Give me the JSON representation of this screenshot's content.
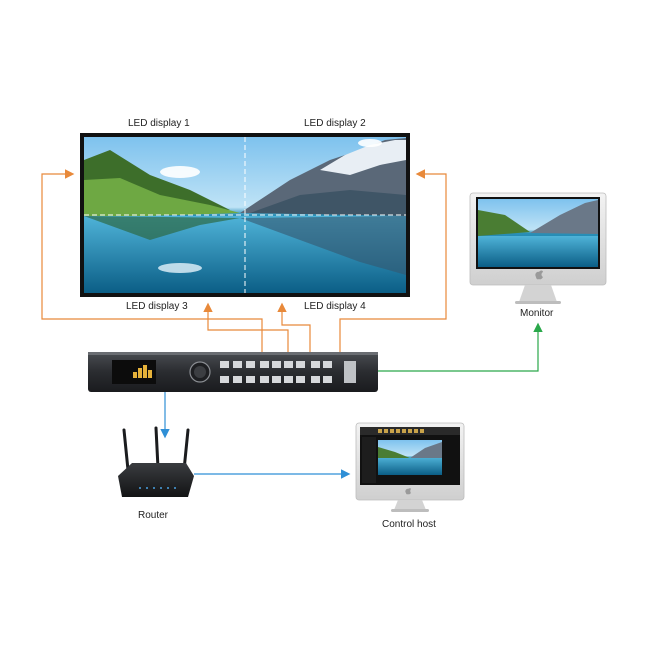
{
  "labels": {
    "led1": "LED display 1",
    "led2": "LED display 2",
    "led3": "LED display 3",
    "led4": "LED display 4",
    "monitor": "Monitor",
    "router": "Router",
    "control_host": "Control host"
  },
  "colors": {
    "video_link": "#e8893a",
    "monitor_link": "#2aa84a",
    "network_link": "#2f8fd6",
    "screen_bezel": "#111111",
    "processor_body": "#2a2c30",
    "processor_lcd": "#e6b23a"
  },
  "icons": {
    "monitor_logo": "apple-icon",
    "router": "router-icon",
    "processor": "video-processor-icon"
  }
}
